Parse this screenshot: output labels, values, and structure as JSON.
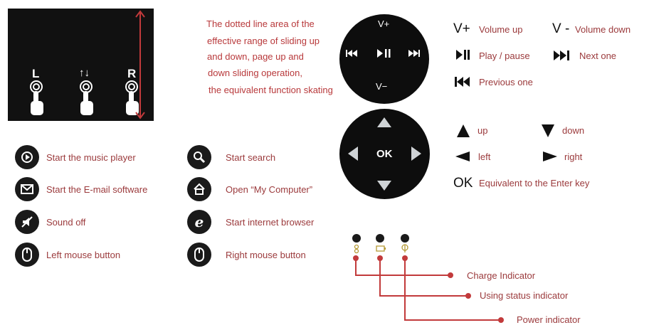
{
  "touchpad": {
    "left_label": "L",
    "scroll_label": "↑↓",
    "right_label": "R",
    "description": [
      "The dotted line area of the",
      "effective range of sliding up",
      "and down, page up and",
      "down sliding operation,",
      "the equivalent function skating"
    ]
  },
  "shortcuts_left": [
    {
      "icon": "music-player-icon",
      "label": "Start the music player"
    },
    {
      "icon": "email-icon",
      "label": "Start the E-mail software"
    },
    {
      "icon": "sound-off-icon",
      "label": "Sound off"
    },
    {
      "icon": "mouse-icon",
      "label": "Left mouse button"
    }
  ],
  "shortcuts_right": [
    {
      "icon": "search-icon",
      "label": "Start search"
    },
    {
      "icon": "home-icon",
      "label": "Open “My Computer”"
    },
    {
      "icon": "browser-icon",
      "label": "Start internet browser"
    },
    {
      "icon": "mouse-icon",
      "label": "Right mouse button"
    }
  ],
  "media_wheel": {
    "top": "V+",
    "bottom": "V−",
    "left": "⏮",
    "center": "▶❙❙",
    "right": "⏭"
  },
  "media_legend": [
    {
      "symbol": "V+",
      "label": "Volume up"
    },
    {
      "symbol": "V -",
      "label": "Volume down"
    },
    {
      "symbol": "▶❙",
      "label": "Play / pause"
    },
    {
      "symbol": "▶▶❙",
      "label": "Next one"
    },
    {
      "symbol": "❙◀◀",
      "label": "Previous one"
    }
  ],
  "nav_wheel": {
    "center": "OK"
  },
  "nav_legend": [
    {
      "symbol": "▲",
      "label": "up"
    },
    {
      "symbol": "▼",
      "label": "down"
    },
    {
      "symbol": "◀",
      "label": "left"
    },
    {
      "symbol": "▶",
      "label": "right"
    },
    {
      "symbol": "OK",
      "label": "Equivalent to the Enter key"
    }
  ],
  "indicators": [
    {
      "label": "Charge Indicator"
    },
    {
      "label": "Using status indicator"
    },
    {
      "label": "Power indicator"
    }
  ],
  "colors": {
    "accent": "#b8393b",
    "dark": "#111111"
  }
}
